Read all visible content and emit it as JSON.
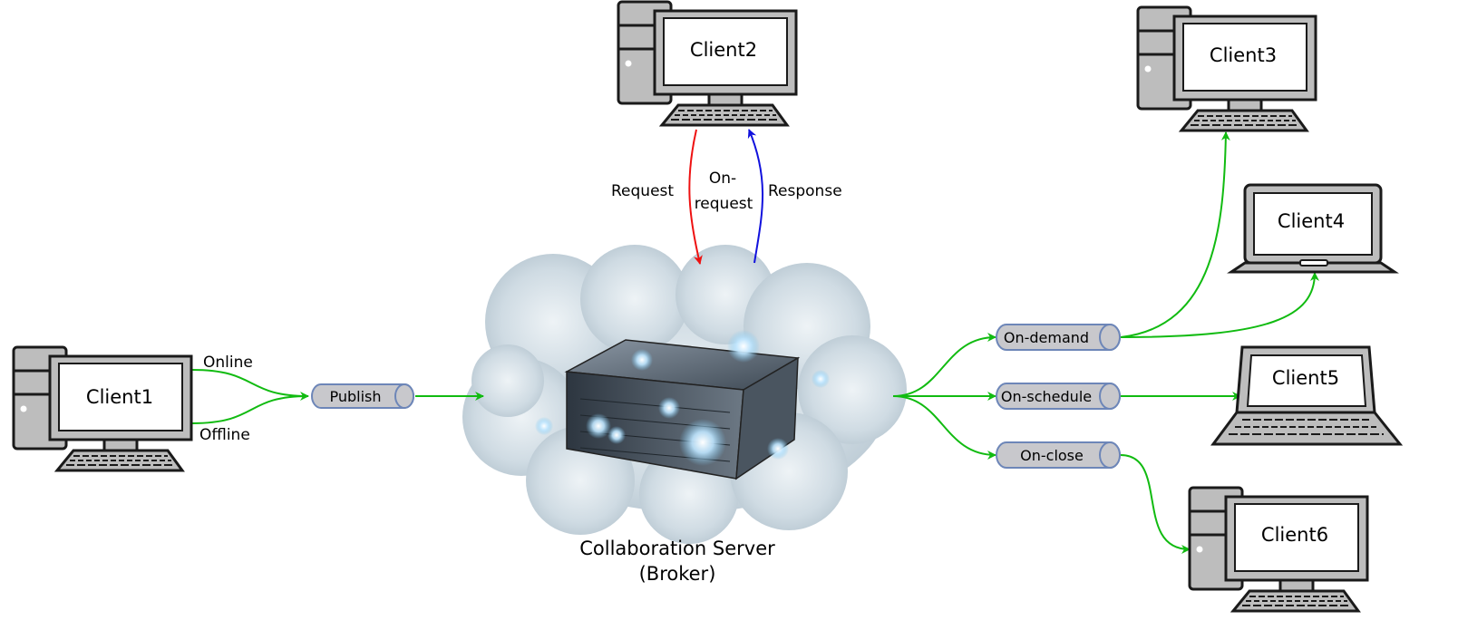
{
  "clients": {
    "client1": "Client1",
    "client2": "Client2",
    "client3": "Client3",
    "client4": "Client4",
    "client5": "Client5",
    "client6": "Client6"
  },
  "labels": {
    "online": "Online",
    "offline": "Offline",
    "request": "Request",
    "response": "Response",
    "on_request_line1": "On-",
    "on_request_line2": "request"
  },
  "queues": {
    "publish": "Publish",
    "on_demand": "On-demand",
    "on_schedule": "On-schedule",
    "on_close": "On-close"
  },
  "server": {
    "line1": "Collaboration Server",
    "line2": "(Broker)"
  },
  "colors": {
    "green": "#11bb11",
    "red": "#ee1111",
    "blue": "#1111dd",
    "pill_fill": "#c8c8cc",
    "pill_stroke": "#6d86b8",
    "device_gray": "#bdbdbd"
  }
}
